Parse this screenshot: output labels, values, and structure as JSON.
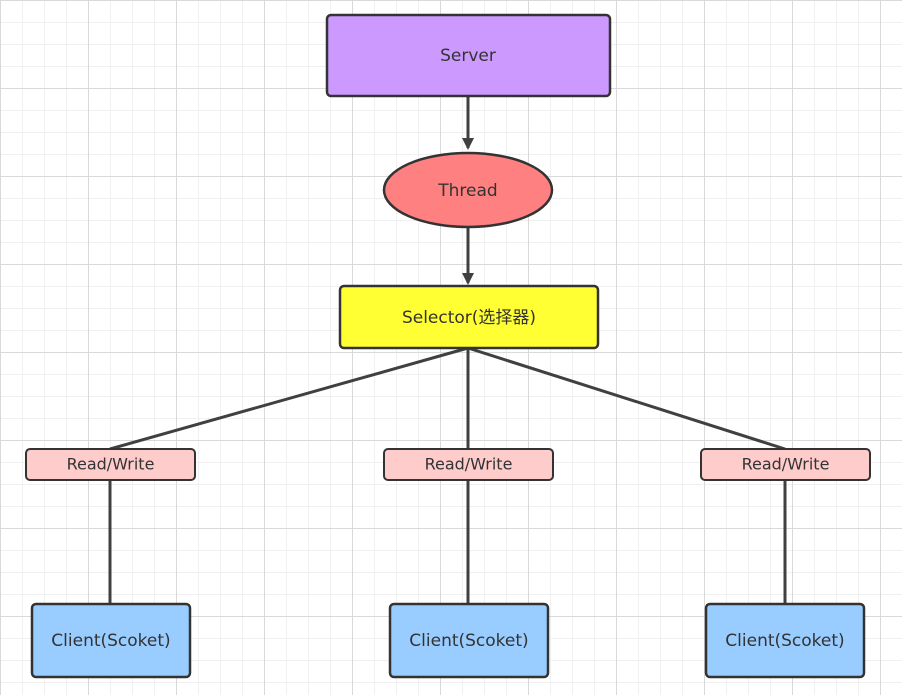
{
  "nodes": {
    "server": {
      "label": "Server",
      "color": "#cc99ff"
    },
    "thread": {
      "label": "Thread",
      "color": "#ff8080"
    },
    "selector": {
      "label": "Selector(选择器)",
      "color": "#ffff33"
    },
    "read_write": [
      {
        "label": "Read/Write",
        "color": "#ffcccc"
      },
      {
        "label": "Read/Write",
        "color": "#ffcccc"
      },
      {
        "label": "Read/Write",
        "color": "#ffcccc"
      }
    ],
    "clients": [
      {
        "label": "Client(Scoket)",
        "color": "#99ccff"
      },
      {
        "label": "Client(Scoket)",
        "color": "#99ccff"
      },
      {
        "label": "Client(Scoket)",
        "color": "#99ccff"
      }
    ]
  },
  "edge_color": "#404040"
}
